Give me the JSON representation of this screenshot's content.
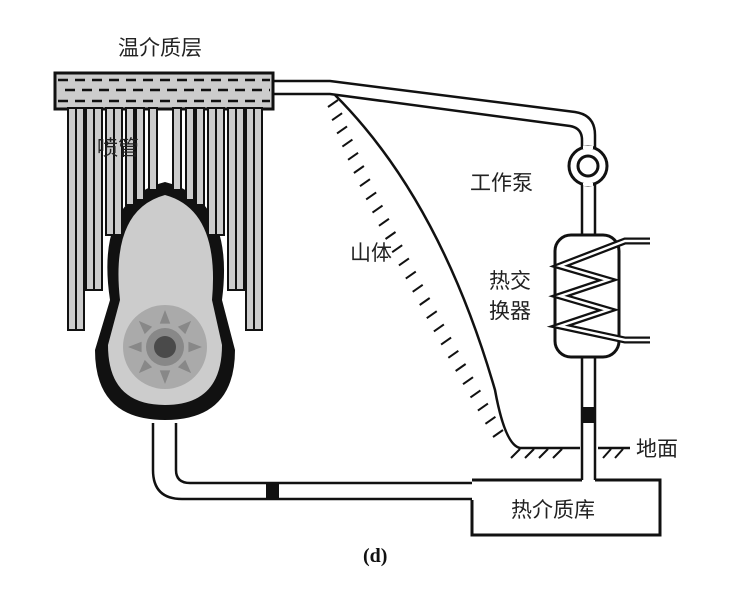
{
  "figure": {
    "caption": "(d)",
    "labels": {
      "warm_medium_layer": "温介质层",
      "spray_pipes": "喷管",
      "mountain": "山体",
      "work_pump": "工作泵",
      "heat_exchanger_line1": "热交",
      "heat_exchanger_line2": "换器",
      "ground": "地面",
      "heat_medium_storage": "热介质库"
    }
  },
  "colors": {
    "line": "#111111",
    "fill_gray": "#cccccc",
    "core_gray": "#aaaaaa",
    "core_mid": "#888888",
    "core_dark": "#4a4a4a"
  }
}
